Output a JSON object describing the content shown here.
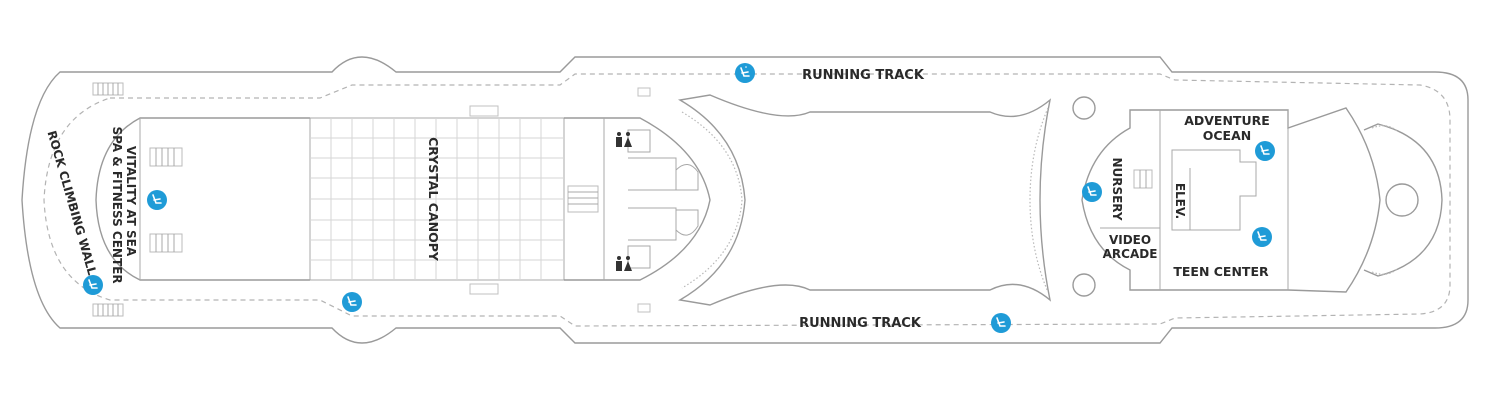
{
  "labels": {
    "running_track_top": "RUNNING TRACK",
    "running_track_bottom": "RUNNING TRACK",
    "rock_climbing_wall": "ROCK CLIMBING WALL",
    "vitality_line1": "VITALITY AT SEA",
    "vitality_line2": "SPA & FITNESS CENTER",
    "crystal_canopy": "CRYSTAL CANOPY",
    "adventure_line1": "ADVENTURE",
    "adventure_line2": "OCEAN",
    "nursery": "NURSERY",
    "elev": "ELEV.",
    "video_line1": "VIDEO",
    "video_line2": "ARCADE",
    "teen_center": "TEEN CENTER"
  },
  "icons": {
    "accessibility": "accessible-cabin-icon",
    "restroom": "restroom-icon"
  },
  "colors": {
    "accent": "#1f9bd7",
    "hull": "#9a9a9a",
    "text": "#2a2a2a"
  }
}
